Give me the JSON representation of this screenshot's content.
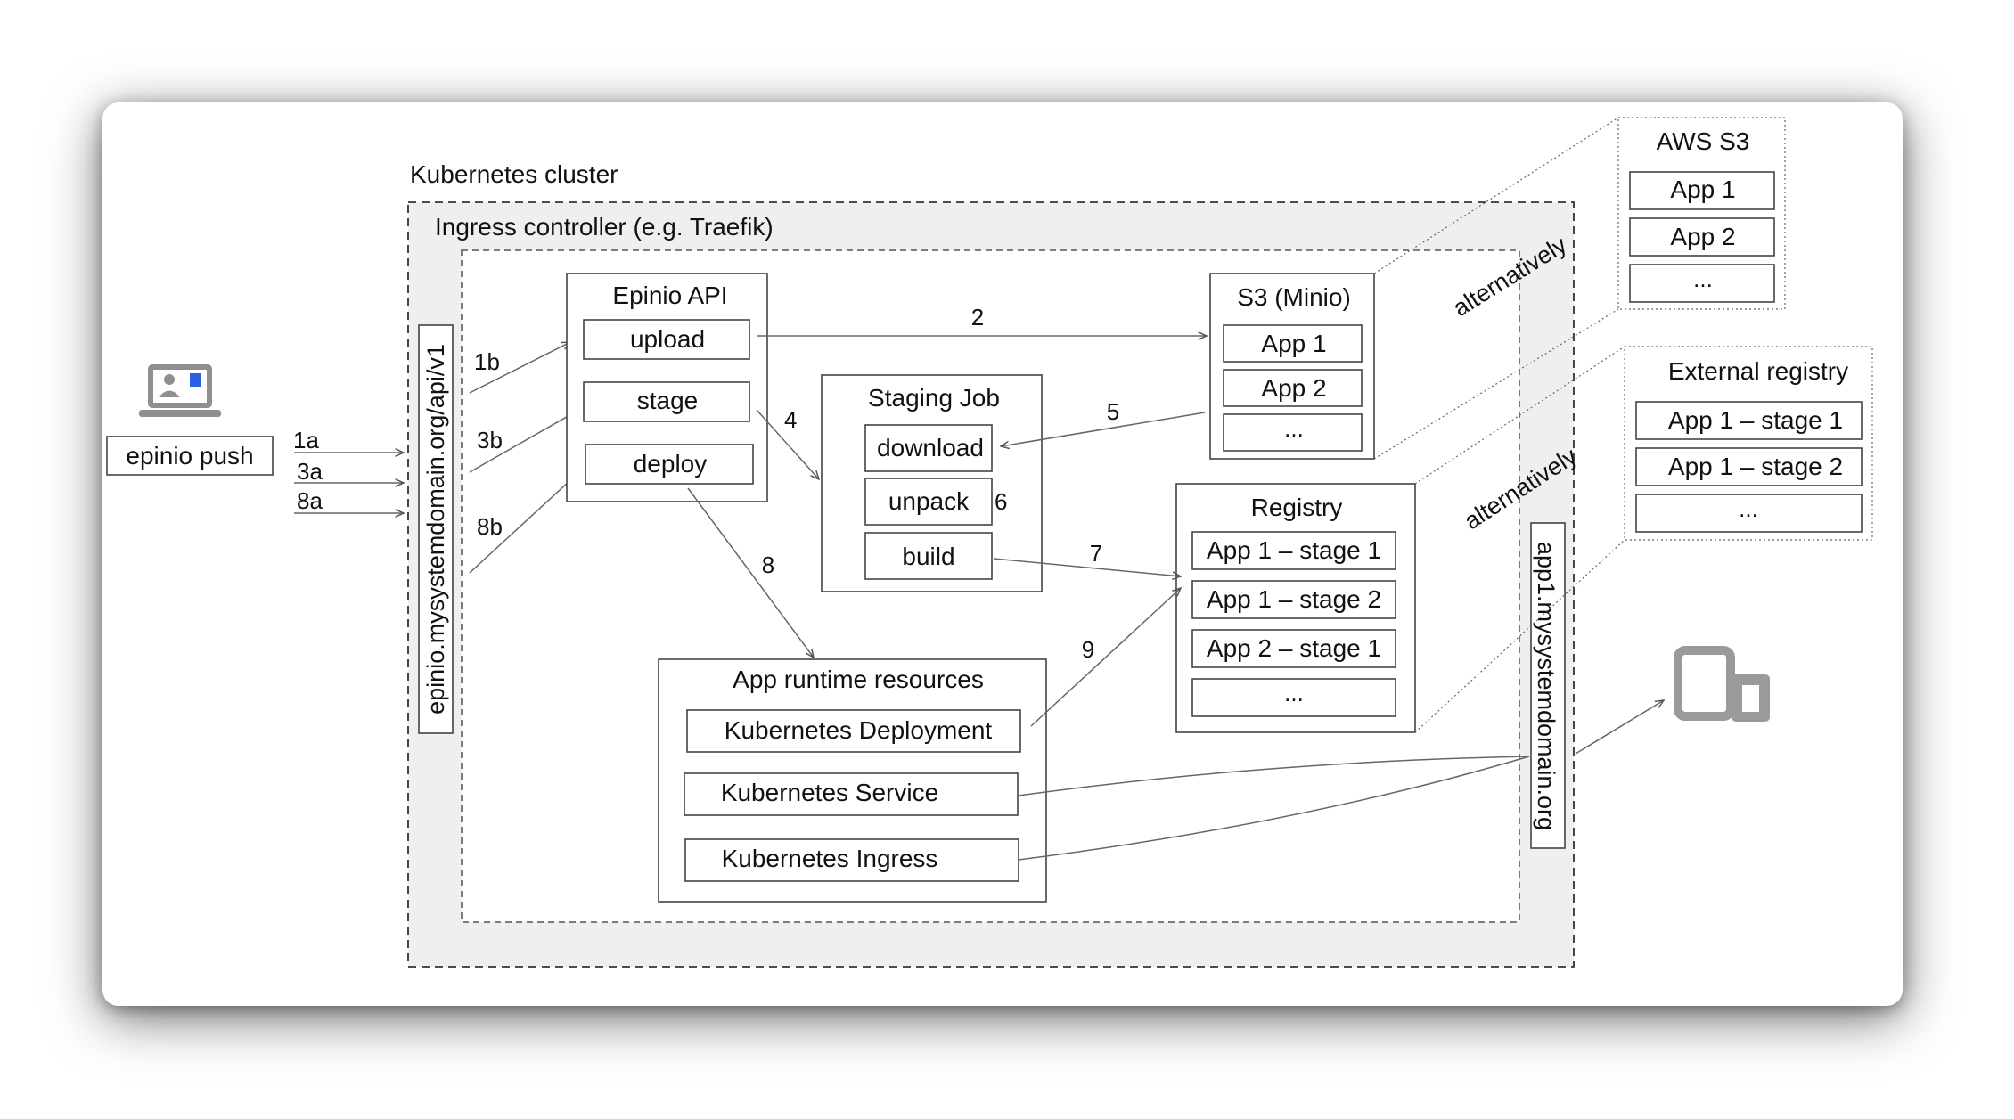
{
  "cluster": {
    "label": "Kubernetes cluster"
  },
  "ingress": {
    "label": "Ingress controller (e.g. Traefik)"
  },
  "client": {
    "command": "epinio push",
    "device_icon": "laptop-icon"
  },
  "api_domain": "epinio.mysystemdomain.org/api/v1",
  "app_domain": "app1.mysystemdomain.org",
  "epinio_api": {
    "title": "Epinio API",
    "upload": "upload",
    "stage": "stage",
    "deploy": "deploy"
  },
  "staging_job": {
    "title": "Staging Job",
    "download": "download",
    "unpack": "unpack",
    "build": "build"
  },
  "s3_minio": {
    "title": "S3 (Minio)",
    "items": [
      "App 1",
      "App 2",
      "..."
    ]
  },
  "registry": {
    "title": "Registry",
    "items": [
      "App 1 – stage 1",
      "App 1 – stage 2",
      "App 2 – stage 1",
      "..."
    ]
  },
  "runtime": {
    "title": "App runtime resources",
    "deployment": "Kubernetes Deployment",
    "service": "Kubernetes Service",
    "ingress": "Kubernetes Ingress"
  },
  "aws_s3": {
    "title": "AWS S3",
    "items": [
      "App 1",
      "App 2",
      "..."
    ]
  },
  "external_registry": {
    "title": "External registry",
    "items": [
      "App 1 – stage 1",
      "App 1 – stage 2",
      "..."
    ]
  },
  "alternatively": "alternatively",
  "end_user_icon": "devices-icon",
  "steps": {
    "s1a": "1a",
    "s3a": "3a",
    "s8a": "8a",
    "s1b": "1b",
    "s3b": "3b",
    "s8b": "8b",
    "s2": "2",
    "s4": "4",
    "s5": "5",
    "s6": "6",
    "s7": "7",
    "s8": "8",
    "s9": "9"
  }
}
